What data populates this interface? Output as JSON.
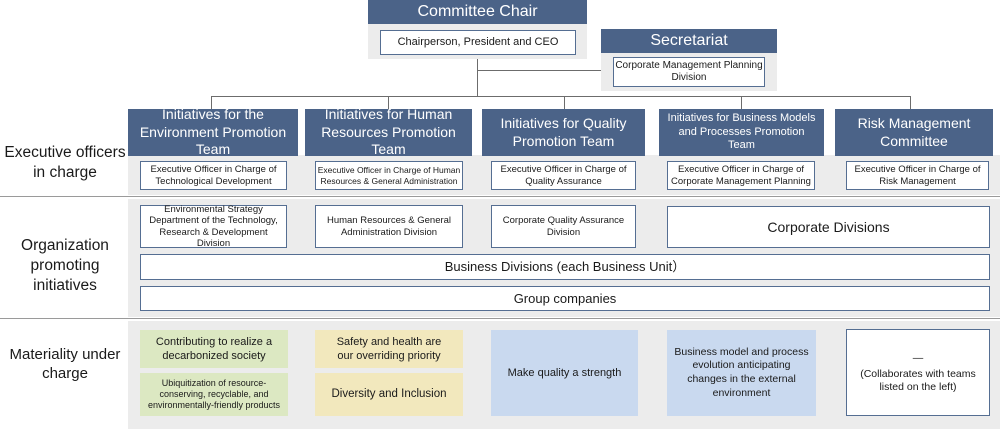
{
  "top": {
    "chair_title": "Committee Chair",
    "chair_person": "Chairperson, President and CEO",
    "secretariat_title": "Secretariat",
    "secretariat_person": "Corporate Management Planning Division"
  },
  "row_labels": {
    "executives": "Executive officers in charge",
    "organization": "Organization promoting initiatives",
    "materiality": "Materiality under charge"
  },
  "teams": [
    {
      "title": "Initiatives for the Environment Promotion Team",
      "officer": "Executive Officer in Charge of Technological Development",
      "organization": "Environmental Strategy Department of the Technology, Research & Development Division",
      "materiality": [
        "Contributing to realize a decarbonized society",
        "Ubiquitization of resource-conserving, recyclable, and environmentally-friendly products"
      ]
    },
    {
      "title": "Initiatives for Human Resources Promotion Team",
      "officer": "Executive Officer in Charge of Human Resources & General Administration",
      "organization": "Human Resources & General Administration Division",
      "materiality": [
        "Safety and health are our overriding priority",
        "Diversity and Inclusion"
      ]
    },
    {
      "title": "Initiatives for Quality Promotion Team",
      "officer": "Executive Officer in Charge of Quality Assurance",
      "organization": "Corporate Quality Assurance Division",
      "materiality": [
        "Make quality a strength"
      ]
    },
    {
      "title": "Initiatives for Business Models and Processes Promotion Team",
      "officer": "Executive Officer in Charge of Corporate Management Planning",
      "materiality": [
        "Business model and process evolution anticipating changes in the external environment"
      ]
    },
    {
      "title": "Risk Management Committee",
      "officer": "Executive Officer in Charge of Risk Management",
      "materiality": [
        "—",
        "(Collaborates with teams listed on the left)"
      ]
    }
  ],
  "shared": {
    "corporate_divisions": "Corporate Divisions",
    "business_divisions": "Business Divisions (each Business Unit）",
    "group_companies": "Group companies"
  },
  "colors": {
    "header_blue": "#4b6388",
    "band_gray": "#ececec",
    "green": "#dce8c2",
    "yellow": "#f2e8bd",
    "light_blue": "#c9d9ef"
  }
}
